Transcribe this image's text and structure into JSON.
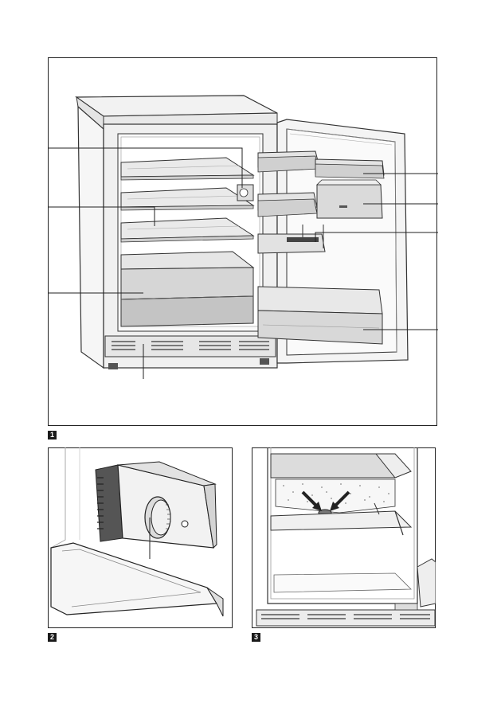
{
  "figures": [
    {
      "id": "fig1",
      "number": "1"
    },
    {
      "id": "fig2",
      "number": "2"
    },
    {
      "id": "fig3",
      "number": "3"
    }
  ]
}
